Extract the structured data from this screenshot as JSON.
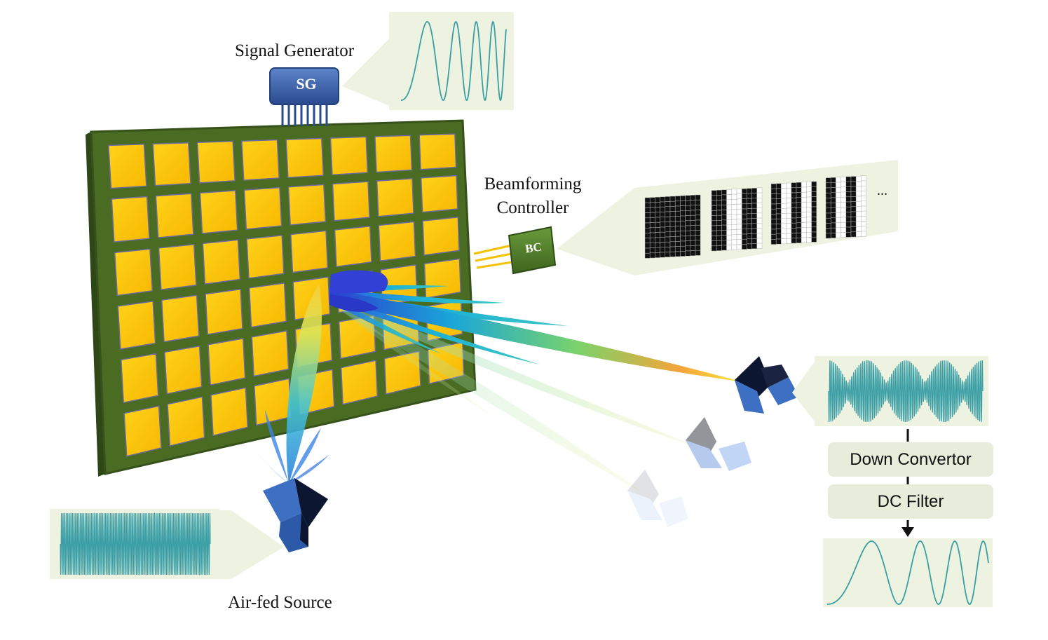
{
  "labels": {
    "signal_generator": "Signal Generator",
    "beamforming_controller_line1": "Beamforming",
    "beamforming_controller_line2": "Controller",
    "air_fed_source": "Air-fed Source",
    "sg_chip": "SG",
    "bc_chip": "BC",
    "ellipsis": "...",
    "down_convertor": "Down Convertor",
    "dc_filter": "DC Filter"
  },
  "colors": {
    "board_green": "#4a6b22",
    "board_edge": "#36511a",
    "patch_yellow": "#ffc107",
    "patch_edge": "#6a6aa0",
    "chip_blue": "#3b5fa6",
    "chip_green": "#4f7a2a",
    "panel_bg": "#eef2e0",
    "wave_teal": "#3a9ea5",
    "pin_gold": "#f2c200",
    "horn_blue": "#3d6fc2",
    "horn_dark": "#0d1630"
  },
  "icons": [
    "signal-generator-chip",
    "beamforming-controller-chip",
    "feed-horn-icon",
    "receiver-horn-icon",
    "arrow-down-icon"
  ]
}
